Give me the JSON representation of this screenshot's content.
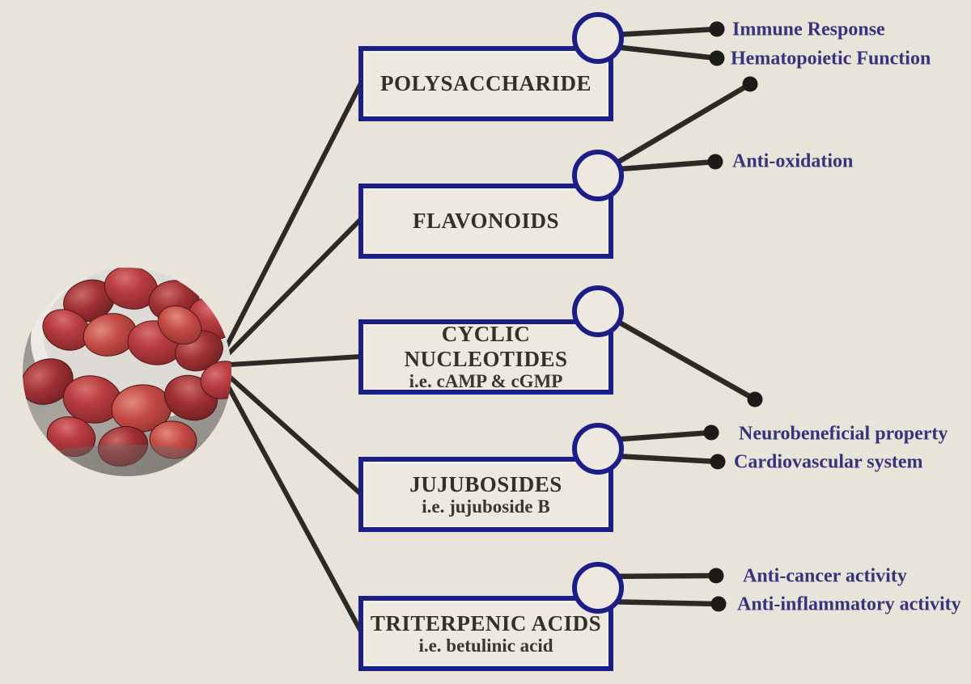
{
  "diagram": {
    "subject_photo": {
      "name": "jujube-photo",
      "alt": "Dried red jujube dates in a white bowl"
    },
    "boxes": [
      {
        "title": "POLYSACCHARIDE",
        "subtitle": "",
        "benefits": [
          "Immune Response",
          "Hematopoietic Function"
        ]
      },
      {
        "title": "FLAVONOIDS",
        "subtitle": "",
        "benefits": [
          "Anti-oxidation"
        ]
      },
      {
        "title": "CYCLIC NUCLEOTIDES",
        "subtitle": "i.e. cAMP & cGMP",
        "benefits": []
      },
      {
        "title": "JUJUBOSIDES",
        "subtitle": "i.e. jujuboside B",
        "benefits": [
          "Neurobeneficial property",
          "Cardiovascular system"
        ]
      },
      {
        "title": "TRITERPENIC ACIDS",
        "subtitle": "i.e. betulinic acid",
        "benefits": [
          "Anti-cancer activity",
          "Anti-inflammatory activity"
        ]
      }
    ],
    "colors": {
      "background": "#e9e4da",
      "box_border": "#1d1d87",
      "box_fill": "#eee9e0",
      "benefit_text": "#37337c",
      "title_text": "#333028",
      "connector_line": "#2b2a27",
      "endpoint_dot": "#1c1b19"
    }
  }
}
